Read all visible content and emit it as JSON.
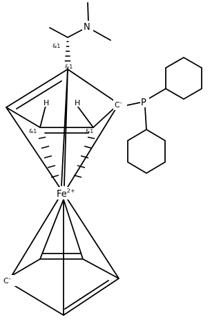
{
  "atoms": {
    "nitrogen": "N",
    "phosphorus": "P",
    "iron": "Fe",
    "iron_charge": "2+",
    "carbanion_top": "C",
    "carbanion_top_charge": "-",
    "carbanion_bottom": "C",
    "carbanion_bottom_charge": "-",
    "hydrogen_left": "H",
    "hydrogen_right": "H"
  },
  "stereo_labels": {
    "chiral_carbon": "&1",
    "ring_carbon_top": "&1",
    "ring_carbon_left": "&1",
    "ring_carbon_right": "&1"
  }
}
